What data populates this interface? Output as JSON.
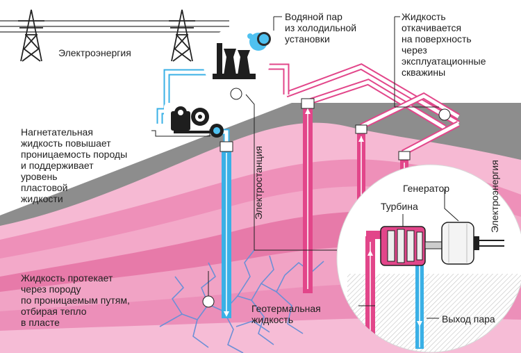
{
  "labels": {
    "power_top": "Электроэнергия",
    "vapor": "Водяной пар\nиз холодильной\nустановки",
    "pumped_up": "Жидкость\nоткачивается\nна поверхность\nчерез\nэксплуатационные\nскважины",
    "injection": "Нагнетательная\nжидкость повышает\nпроницаемость породы\nи поддерживает\nуровень\nпластовой\nжидкости",
    "power_plant": "Электростанция",
    "generator": "Генератор",
    "turbine": "Турбина",
    "power_right": "Электроэнергия",
    "flow": "Жидкость протекает\nчерез породу\nпо проницаемым путям,\nотбирая тепло\nв пласте",
    "geothermal": "Геотермальная\nжидкость",
    "steam_out": "Выход пара"
  },
  "colors": {
    "injection_pipe": "#3ab0e6",
    "production_pipe": "#e2468a",
    "rock_dark": "#8d8d8d",
    "rock_pink": "#f3a9c9",
    "fracture": "#6c8fd6"
  },
  "icons": [
    "pylon-icon",
    "cooling-tower-icon",
    "vapor-cloud-icon",
    "pump-icon",
    "turbine-icon",
    "generator-icon"
  ]
}
